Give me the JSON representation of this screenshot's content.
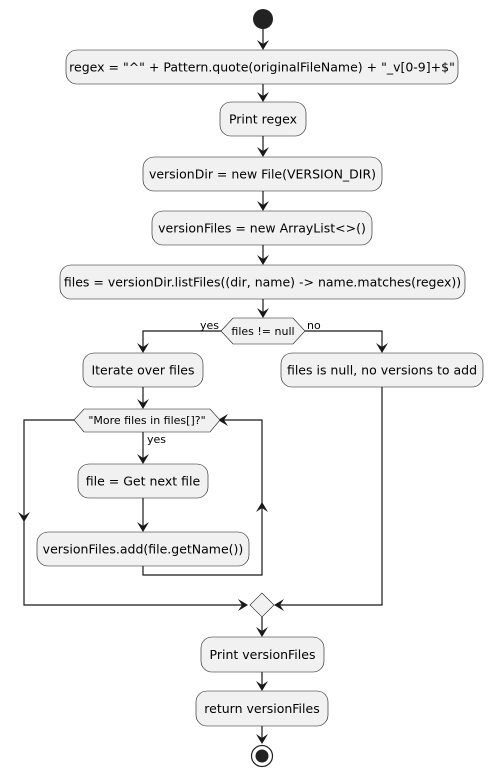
{
  "flow": {
    "assign_regex": "regex = \"^\" + Pattern.quote(originalFileName) + \"_v[0-9]+$\"",
    "print_regex": "Print regex",
    "version_dir": "versionDir = new File(VERSION_DIR)",
    "version_files": "versionFiles = new ArrayList<>()",
    "list_files": "files = versionDir.listFiles((dir, name) -> name.matches(regex))",
    "decision": "files != null",
    "yes": "yes",
    "no": "no",
    "iterate": "Iterate over files",
    "loop_condition": "\"More files in files[]?\"",
    "loop_yes": "yes",
    "get_next": "file = Get next file",
    "add_name": "versionFiles.add(file.getName())",
    "null_branch": "files is null, no versions to add",
    "print_files": "Print versionFiles",
    "return_files": "return versionFiles"
  }
}
